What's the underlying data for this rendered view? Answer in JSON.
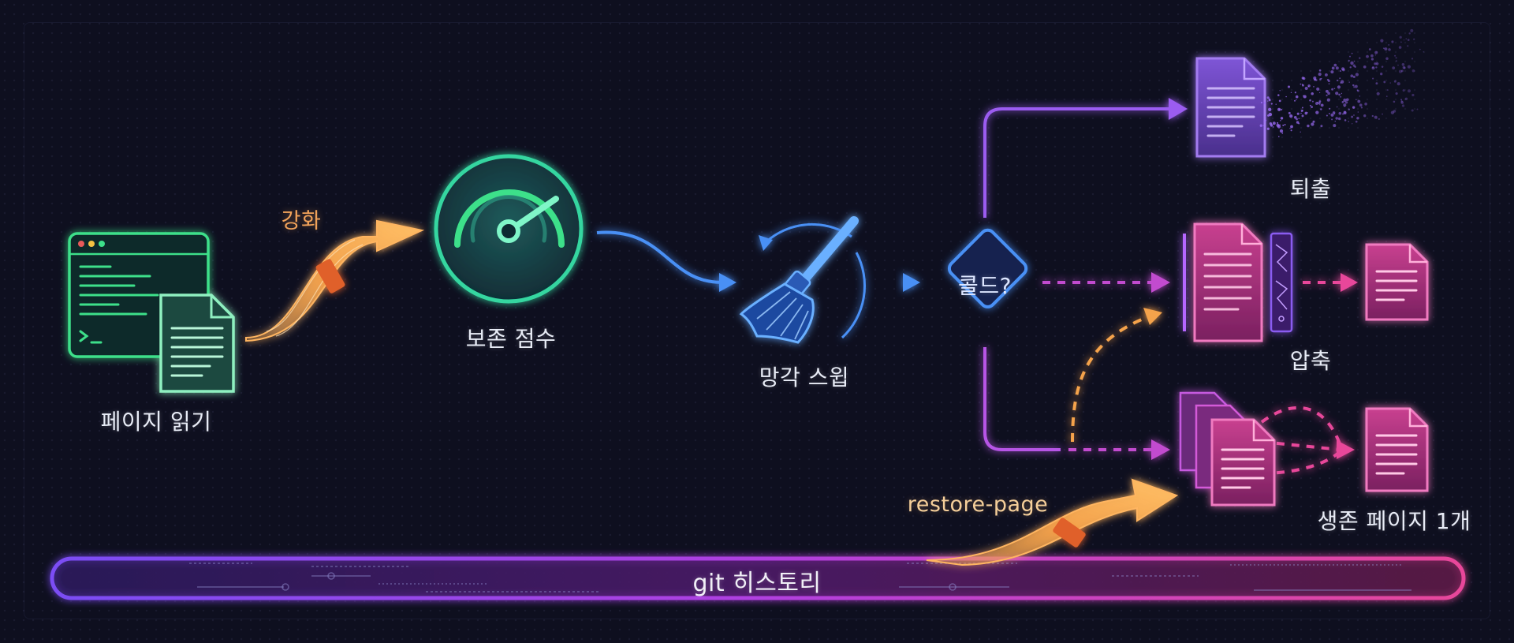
{
  "nodes": {
    "page_read": "페이지 읽기",
    "retention_score": "보존 점수",
    "forget_sweep": "망각 스윕",
    "cold_check": "콜드?",
    "evicted": "퇴출",
    "compressed": "압축",
    "surviving_pages": "생존 페이지 1개",
    "git_history": "git 히스토리"
  },
  "edges": {
    "reinforce": "강화",
    "restore": "restore-page"
  },
  "colors": {
    "green": "#3ee08a",
    "teal": "#35d6a0",
    "orange": "#f5a34c",
    "blue": "#4a90f5",
    "purple": "#9b5cf0",
    "pink": "#e8469a",
    "magenta": "#d94aa8"
  },
  "icons": {
    "page_read": "browser-window-document-icon",
    "retention_score": "gauge-icon",
    "forget_sweep": "broom-icon",
    "evicted": "dissolving-document-icon",
    "compressed": "compressed-document-icon",
    "surviving_pages": "document-stack-icon"
  }
}
